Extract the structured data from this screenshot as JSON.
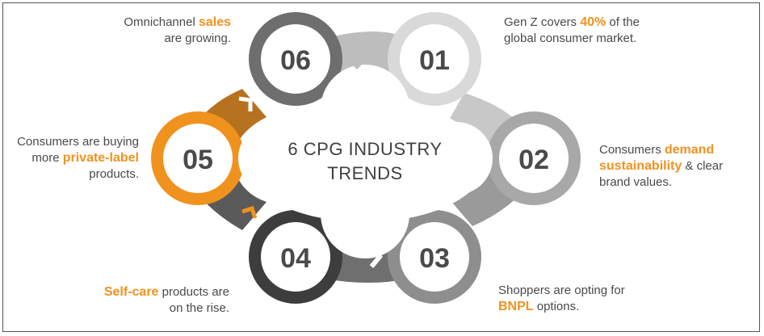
{
  "center": {
    "line1": "6 CPG INDUSTRY",
    "line2": "TRENDS"
  },
  "trends": [
    {
      "number": "01",
      "color": "#d9d9d9",
      "caption": {
        "pre": "Gen Z covers ",
        "highlight": "40%",
        "post": " of the",
        "line2": "global consumer market."
      }
    },
    {
      "number": "02",
      "color": "#a8a8a8",
      "caption": {
        "pre": "Consumers ",
        "highlight": "demand",
        "highlight2": "sustainability",
        "post": " & clear",
        "line3": "brand values."
      }
    },
    {
      "number": "03",
      "color": "#8e8e8e",
      "caption": {
        "line1": "Shoppers are opting for",
        "highlight": "BNPL",
        "post": " options."
      }
    },
    {
      "number": "04",
      "color": "#3d3d3d",
      "caption": {
        "highlight": "Self-care",
        "post": " products are",
        "line2": "on the rise."
      }
    },
    {
      "number": "05",
      "color": "#f0921e",
      "caption": {
        "line1": "Consumers are buying",
        "pre": "more ",
        "highlight": "private-label",
        "line3": "products."
      }
    },
    {
      "number": "06",
      "color": "#6e6e6e",
      "caption": {
        "pre": "Omnichannel ",
        "highlight": "sales",
        "line2": "are growing."
      }
    }
  ],
  "colors": {
    "accent": "#f0921e",
    "text": "#4a4a4a",
    "border": "#555555"
  }
}
